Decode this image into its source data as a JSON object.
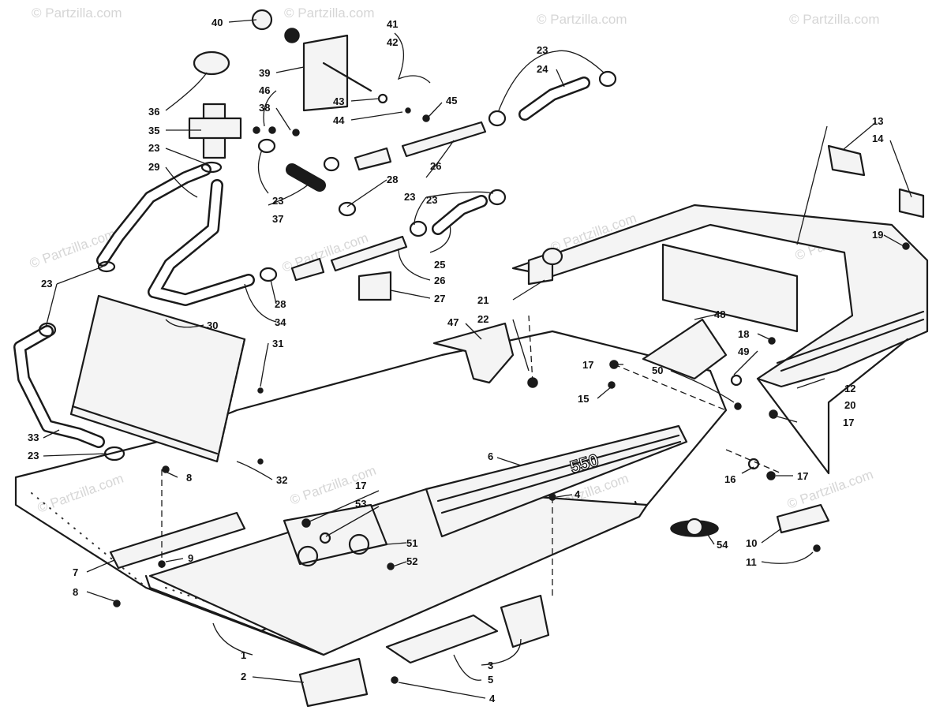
{
  "watermark": "© Partzilla.com",
  "model_badge": "550",
  "callouts": [
    "1",
    "2",
    "3",
    "4",
    "4",
    "5",
    "6",
    "7",
    "8",
    "8",
    "9",
    "10",
    "11",
    "12",
    "13",
    "14",
    "15",
    "16",
    "17",
    "17",
    "17",
    "17",
    "18",
    "19",
    "20",
    "21",
    "22",
    "23",
    "23",
    "23",
    "23",
    "23",
    "23",
    "23",
    "24",
    "25",
    "26",
    "26",
    "27",
    "28",
    "28",
    "29",
    "30",
    "31",
    "32",
    "33",
    "34",
    "35",
    "36",
    "37",
    "38",
    "39",
    "40",
    "41",
    "42",
    "43",
    "44",
    "45",
    "46",
    "47",
    "48",
    "49",
    "50",
    "51",
    "52",
    "53",
    "54"
  ],
  "colors": {
    "ink": "#1a1a1a",
    "paper": "#ffffff",
    "watermark": "#d6d6d6"
  }
}
